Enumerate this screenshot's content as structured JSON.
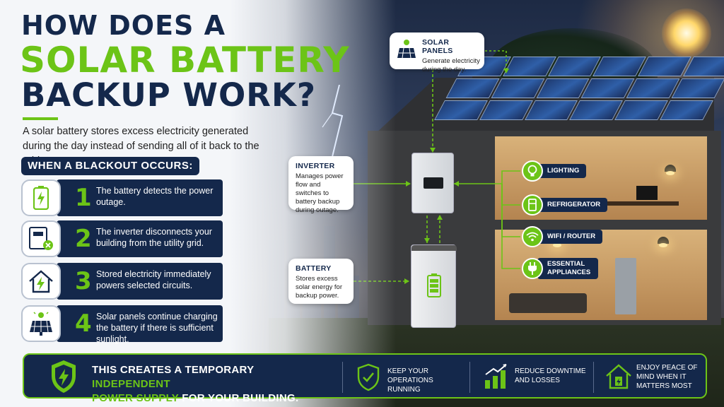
{
  "title": {
    "line1": "HOW DOES A",
    "line2": "SOLAR BATTERY",
    "line3": "BACKUP WORK?"
  },
  "intro": "A solar battery stores excess electricity generated during the day instead of sending all of it back to the grid.",
  "blackout": {
    "heading": "WHEN A BLACKOUT OCCURS:",
    "steps": [
      {
        "num": "1",
        "text": "The battery detects the power outage.",
        "icon": "battery-icon"
      },
      {
        "num": "2",
        "text": "The inverter disconnects your building from the utility grid.",
        "icon": "inverter-disconnect-icon"
      },
      {
        "num": "3",
        "text": "Stored electricity immediately powers selected circuits.",
        "icon": "house-bolt-icon"
      },
      {
        "num": "4",
        "text": "Solar panels continue charging the battery if there is sufficient sunlight.",
        "icon": "solar-panel-icon"
      }
    ]
  },
  "callouts": {
    "solar": {
      "title": "SOLAR PANELS",
      "text": "Generate electricity during the day."
    },
    "inverter": {
      "title": "INVERTER",
      "text": "Manages power flow and switches to battery backup during outage."
    },
    "battery": {
      "title": "BATTERY",
      "text": "Stores excess solar energy for backup power."
    }
  },
  "circuits": [
    {
      "label": "LIGHTING",
      "icon": "lightbulb-icon"
    },
    {
      "label": "REFRIGERATOR",
      "icon": "refrigerator-icon"
    },
    {
      "label": "WIFI / ROUTER",
      "icon": "wifi-icon"
    },
    {
      "label": "ESSENTIAL APPLIANCES",
      "icon": "plug-icon"
    }
  ],
  "banner": {
    "pre": "THIS CREATES A TEMPORARY ",
    "highlight1": "INDEPENDENT",
    "highlight2": "POWER SUPPLY",
    "post": " FOR YOUR BUILDING.",
    "items": [
      {
        "text": "KEEP YOUR OPERATIONS RUNNING",
        "icon": "shield-check-icon"
      },
      {
        "text": "REDUCE DOWNTIME AND LOSSES",
        "icon": "bar-growth-icon"
      },
      {
        "text": "ENJOY PEACE OF MIND WHEN IT MATTERS MOST",
        "icon": "home-battery-icon"
      }
    ]
  },
  "colors": {
    "navy": "#14284b",
    "green": "#6cc417"
  }
}
